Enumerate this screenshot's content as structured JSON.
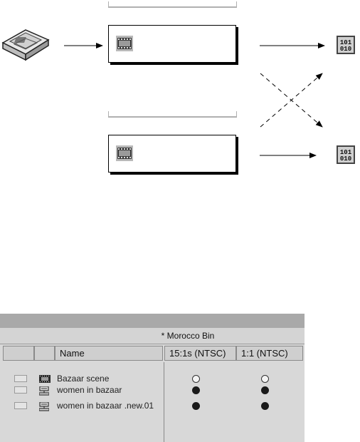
{
  "bin": {
    "title": "* Morocco  Bin",
    "columns": [
      "Name",
      "15:1s (NTSC)",
      "1:1 (NTSC)"
    ],
    "rows": [
      {
        "name": "Bazaar scene",
        "icon": "clip-icon",
        "res_15_1s": "empty",
        "res_1_1": "empty"
      },
      {
        "name": "women in bazaar",
        "icon": "master-clip-icon",
        "res_15_1s": "filled",
        "res_1_1": "filled"
      },
      {
        "name": "women in bazaar .new.01",
        "icon": "master-clip-icon",
        "res_15_1s": "filled",
        "res_1_1": "filled"
      }
    ]
  },
  "diagram": {
    "source": "videotape-icon",
    "clips": [
      "film-clip-icon",
      "film-clip-icon"
    ],
    "outputs": [
      "media-file-icon",
      "media-file-icon"
    ],
    "arrow_colors": {
      "solid": "#000000",
      "dashed": "#000000"
    }
  }
}
